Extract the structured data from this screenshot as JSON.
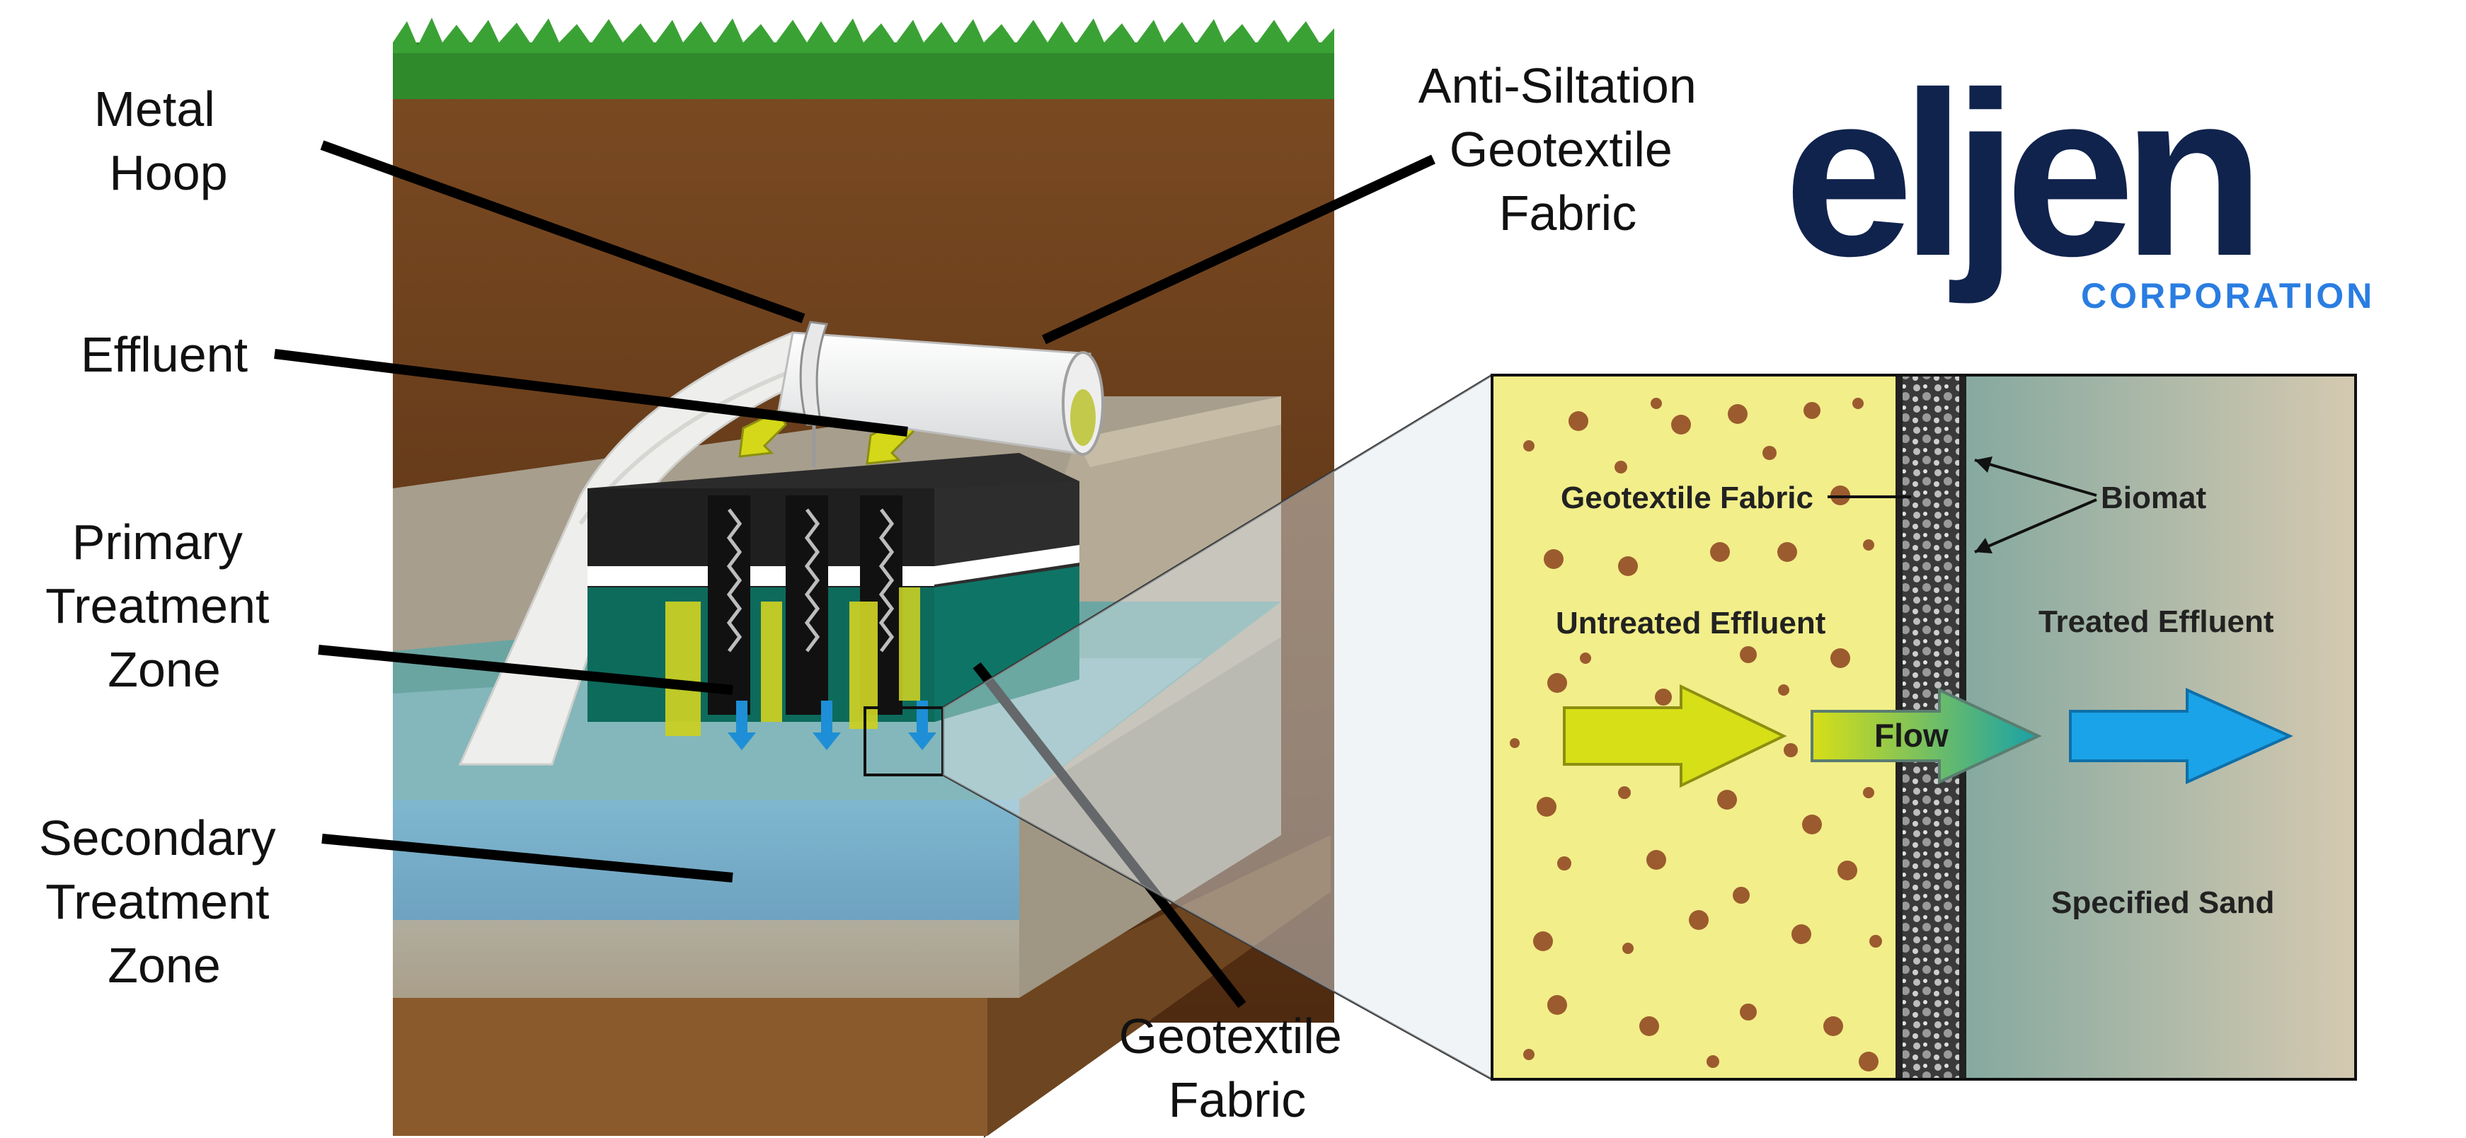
{
  "labels": {
    "metal_hoop": [
      "Metal",
      "Hoop"
    ],
    "effluent": "Effluent",
    "primary_zone": [
      "Primary",
      "Treatment",
      "Zone"
    ],
    "secondary_zone": [
      "Secondary",
      "Treatment",
      "Zone"
    ],
    "anti_siltation": [
      "Anti-Siltation",
      "Geotextile",
      "Fabric"
    ],
    "geotextile_bottom": [
      "Geotextile",
      "Fabric"
    ]
  },
  "logo": {
    "wordmark": "eljen",
    "subtitle": "CORPORATION",
    "colors": {
      "wordmark": "#10234d",
      "subtitle": "#2a7de1"
    }
  },
  "inset": {
    "geotextile_label": "Geotextile Fabric",
    "biomat_label": "Biomat",
    "untreated_label": "Untreated Effluent",
    "treated_label": "Treated Effluent",
    "flow_label": "Flow",
    "sand_label": "Specified Sand",
    "colors": {
      "untreated": "#f2ee8a",
      "treated": "#5f9a92",
      "sand": "#d2c8b2",
      "arrow_yellow": "#d7df17",
      "arrow_blue": "#1aa3e8",
      "dots": "#9b5b2e"
    }
  },
  "colors": {
    "grass": "#2f8a2c",
    "soil": "#6e3f1c",
    "water": "#6fa9c4",
    "teal": "#0d6b5c",
    "leader": "#000000"
  }
}
